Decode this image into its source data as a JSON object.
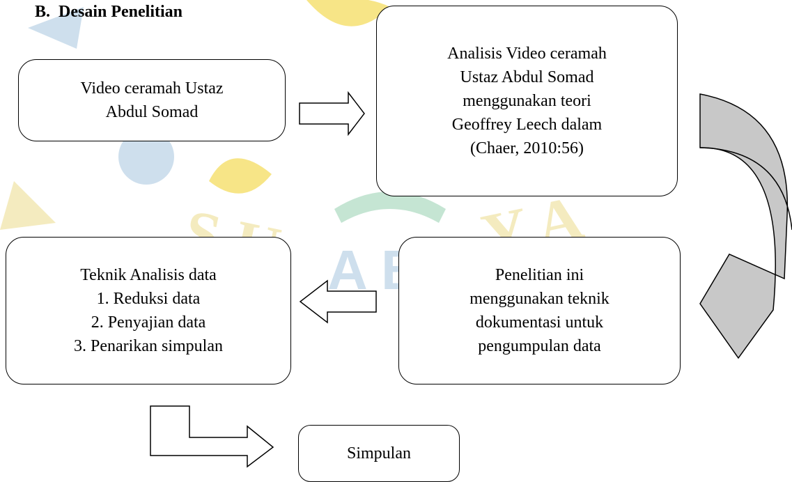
{
  "heading": "B.  Desain Penelitian",
  "boxes": {
    "video": {
      "lines": [
        "Video ceramah Ustaz",
        "Abdul Somad"
      ]
    },
    "analisis": {
      "lines": [
        "Analisis Video ceramah",
        "Ustaz Abdul Somad",
        "menggunakan teori",
        "Geoffrey Leech dalam",
        "(Chaer, 2010:56)"
      ]
    },
    "penelitian": {
      "lines": [
        "Penelitian ini",
        "menggunakan teknik",
        "dokumentasi untuk",
        "pengumpulan data"
      ]
    },
    "teknik": {
      "lines": [
        "Teknik Analisis data",
        "1. Reduksi data",
        "2. Penyajian data",
        "3. Penarikan simpulan"
      ]
    },
    "simpulan": {
      "lines": [
        "Simpulan"
      ]
    }
  },
  "colors": {
    "watermark_yellow": "#f6e27a",
    "watermark_blue": "#c9dceb",
    "watermark_green": "#bfe3cf",
    "curved_arrow_fill": "#c8c8c8"
  }
}
